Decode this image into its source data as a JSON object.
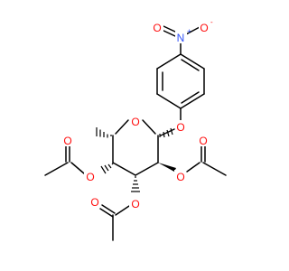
{
  "colors": {
    "background": "#ffffff",
    "bond": "#000000",
    "oxygen": "#ff0d0d",
    "nitrogen": "#3050f8"
  },
  "atoms": {
    "nitro_n": {
      "symbol": "N",
      "charge": "+"
    },
    "nitro_o_left": {
      "symbol": "O"
    },
    "nitro_o_right": {
      "symbol": "O",
      "charge": "-"
    },
    "aryl_ether_o": {
      "symbol": "O"
    },
    "ring_o": {
      "symbol": "O"
    },
    "acetoxy_c4_o": {
      "symbol": "O"
    },
    "acetoxy_c4_carbonyl_o": {
      "symbol": "O"
    },
    "acetoxy_c2_o": {
      "symbol": "O"
    },
    "acetoxy_c2_carbonyl_o": {
      "symbol": "O"
    },
    "acetoxy_c3_o": {
      "symbol": "O"
    },
    "acetoxy_c3_carbonyl_o": {
      "symbol": "O"
    }
  }
}
